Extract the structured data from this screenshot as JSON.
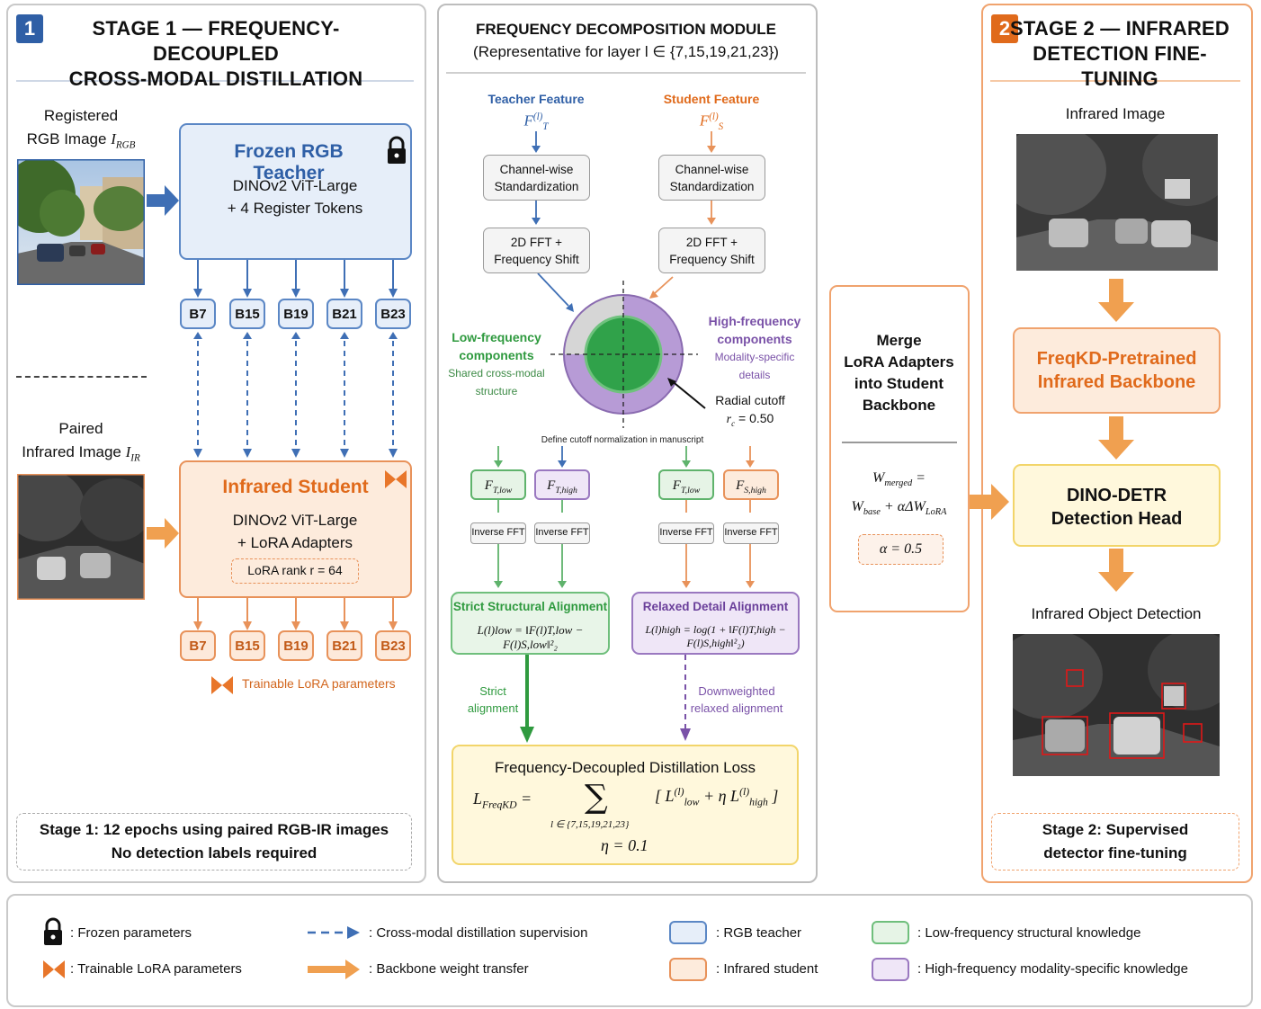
{
  "stage1": {
    "badge": "1",
    "title_line1": "STAGE 1 — FREQUENCY-DECOUPLED",
    "title_line2": "CROSS-MODAL DISTILLATION",
    "rgb_label_line1": "Registered",
    "rgb_label_line2": "RGB Image",
    "rgb_symbol": "I",
    "rgb_symbol_sub": "RGB",
    "ir_label_line1": "Paired",
    "ir_label_line2": "Infrared Image",
    "ir_symbol": "I",
    "ir_symbol_sub": "IR",
    "teacher_title": "Frozen RGB Teacher",
    "teacher_line1": "DINOv2 ViT-Large",
    "teacher_line2": "+ 4 Register Tokens",
    "student_title": "Infrared Student",
    "student_line1": "DINOv2 ViT-Large",
    "student_line2": "+ LoRA Adapters",
    "lora_rank": "LoRA rank r = 64",
    "blocks": [
      "B7",
      "B15",
      "B19",
      "B21",
      "B23"
    ],
    "trainable_note": "Trainable LoRA parameters",
    "footer_line1": "Stage 1: 12 epochs using paired RGB-IR images",
    "footer_line2": "No detection labels required"
  },
  "fdm": {
    "title_line1": "FREQUENCY DECOMPOSITION MODULE",
    "title_line2": "(Representative for layer l ∈ {7,15,19,21,23})",
    "teacher_feature": "Teacher Feature",
    "student_feature": "Student Feature",
    "teacher_symbol": "F",
    "teacher_symbol_sub": "T",
    "student_symbol": "F",
    "student_symbol_sub": "S",
    "layer_sup": "(l)",
    "std_line1": "Channel-wise",
    "std_line2": "Standardization",
    "fft_line1": "2D FFT +",
    "fft_line2": "Frequency Shift",
    "low_freq_line1": "Low-frequency",
    "low_freq_line2": "components",
    "low_freq_desc1": "Shared cross-modal",
    "low_freq_desc2": "structure",
    "high_freq_line1": "High-frequency",
    "high_freq_line2": "components",
    "high_freq_desc1": "Modality-specific",
    "high_freq_desc2": "details",
    "radial_line1": "Radial cutoff",
    "radial_line2": "r",
    "radial_sub": "c",
    "radial_value": " = 0.50",
    "cutoff_note": "Define cutoff normalization in manuscript",
    "f_labels": [
      {
        "sym": "F",
        "sub": "T,low",
        "color": "g"
      },
      {
        "sym": "F",
        "sub": "T,high",
        "color": "p"
      },
      {
        "sym": "F",
        "sub": "T,low",
        "color": "g"
      },
      {
        "sym": "F",
        "sub": "S,high",
        "color": "o"
      }
    ],
    "inverse_fft": "Inverse FFT",
    "strict_title": "Strict Structural Alignment",
    "relaxed_title": "Relaxed Detail Alignment",
    "strict_formula": "L(l)low = ‖F(l)T,low − F(l)S,low‖²₂",
    "relaxed_formula": "L(l)high = log(1 + ‖F(l)T,high − F(l)S,high‖²₂)",
    "strict_note_line1": "Strict",
    "strict_note_line2": "alignment",
    "relaxed_note_line1": "Downweighted",
    "relaxed_note_line2": "relaxed alignment",
    "loss_title": "Frequency-Decoupled Distillation Loss",
    "loss_lhs": "L",
    "loss_lhs_sub": "FreqKD",
    "loss_sum_index": "l ∈ {7,15,19,21,23}",
    "eta": "η = 0.1"
  },
  "merge": {
    "line1": "Merge",
    "line2": "LoRA Adapters",
    "line3": "into Student",
    "line4": "Backbone",
    "formula_line1": "W",
    "formula_line1_sub": "merged",
    "formula_line2": "W",
    "formula_line2_sub": "base",
    "formula_line2_rest": " + αΔW",
    "formula_line2_sub2": "LoRA",
    "alpha": "α = 0.5"
  },
  "stage2": {
    "badge": "2",
    "title_line1": "STAGE 2 — INFRARED",
    "title_line2": "DETECTION FINE-TUNING",
    "infrared_image": "Infrared Image",
    "backbone_line1": "FreqKD-Pretrained",
    "backbone_line2": "Infrared Backbone",
    "head_line1": "DINO-DETR",
    "head_line2": "Detection Head",
    "detection_label": "Infrared Object Detection",
    "footer_line1": "Stage 2: Supervised",
    "footer_line2": "detector fine-tuning"
  },
  "legend": {
    "frozen": ": Frozen parameters",
    "trainable": ": Trainable LoRA parameters",
    "cross_modal": ": Cross-modal distillation supervision",
    "weight_transfer": ": Backbone weight transfer",
    "rgb_teacher": ": RGB teacher",
    "infrared_student": ": Infrared student",
    "low_freq": ": Low-frequency structural knowledge",
    "high_freq": ": High-frequency modality-specific knowledge"
  },
  "colors": {
    "teacher_blue": "#2f5fa6",
    "student_orange": "#e06a1b",
    "green": "#3c9a4a",
    "purple": "#7a52a8",
    "yellow_border": "#f2d56a",
    "yellow_fill": "#fff8dc"
  }
}
